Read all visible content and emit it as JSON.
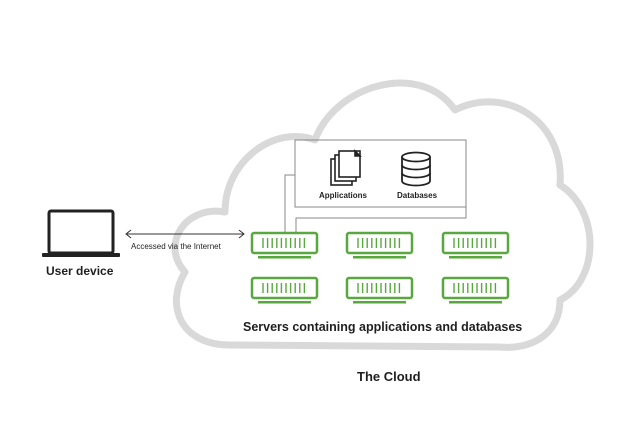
{
  "title": "The Cloud",
  "user_device": {
    "label": "User device",
    "icon": "laptop-icon"
  },
  "connection": {
    "label": "Accessed via the Internet",
    "icon": "double-arrow-icon"
  },
  "services": [
    {
      "label": "Applications",
      "icon": "documents-stack-icon"
    },
    {
      "label": "Databases",
      "icon": "database-icon"
    }
  ],
  "servers": {
    "label": "Servers containing applications and databases",
    "count": 6,
    "rows": 2,
    "columns": 3
  },
  "colors": {
    "cloud_outline": "#d9d9d9",
    "server_green": "#59a83f",
    "text": "#1f1f1f",
    "box_border": "#888888"
  }
}
